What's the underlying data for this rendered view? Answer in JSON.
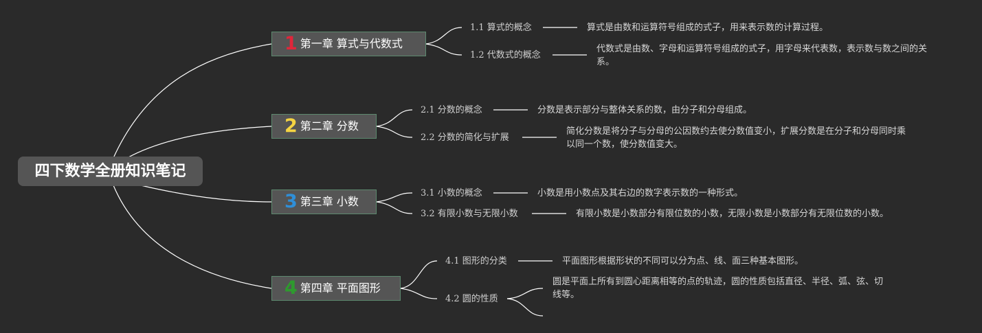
{
  "root": {
    "title": "四下数学全册知识笔记"
  },
  "colors": {
    "background": "#2a2a2a",
    "node_fill": "#555555",
    "node_border": "#5d8a6f",
    "connector": "#ffffff",
    "chapter_number_1": "#e0263a",
    "chapter_number_2": "#f5d442",
    "chapter_number_3": "#2f8fd8",
    "chapter_number_4": "#2e9a2e"
  },
  "chapters": [
    {
      "number": "1",
      "title": "第一章 算式与代数式",
      "topics": [
        {
          "label": "1.1 算式的概念",
          "description": "算式是由数和运算符号组成的式子，用来表示数的计算过程。"
        },
        {
          "label": "1.2 代数式的概念",
          "description": "代数式是由数、字母和运算符号组成的式子，用字母来代表数，表示数与数之间的关系。"
        }
      ]
    },
    {
      "number": "2",
      "title": "第二章 分数",
      "topics": [
        {
          "label": "2.1 分数的概念",
          "description": "分数是表示部分与整体关系的数，由分子和分母组成。"
        },
        {
          "label": "2.2 分数的简化与扩展",
          "description": "简化分数是将分子与分母的公因数约去使分数值变小，扩展分数是在分子和分母同时乘以同一个数，使分数值变大。"
        }
      ]
    },
    {
      "number": "3",
      "title": "第三章 小数",
      "topics": [
        {
          "label": "3.1 小数的概念",
          "description": "小数是用小数点及其右边的数字表示数的一种形式。"
        },
        {
          "label": "3.2 有限小数与无限小数",
          "description": "有限小数是小数部分有限位数的小数，无限小数是小数部分有无限位数的小数。"
        }
      ]
    },
    {
      "number": "4",
      "title": "第四章 平面图形",
      "topics": [
        {
          "label": "4.1 图形的分类",
          "description": "平面图形根据形状的不同可以分为点、线、面三种基本图形。"
        },
        {
          "label": "4.2 圆的性质",
          "description": "圆是平面上所有到圆心距离相等的点的轨迹，圆的性质包括直径、半径、弧、弦、切线等。"
        }
      ]
    }
  ]
}
